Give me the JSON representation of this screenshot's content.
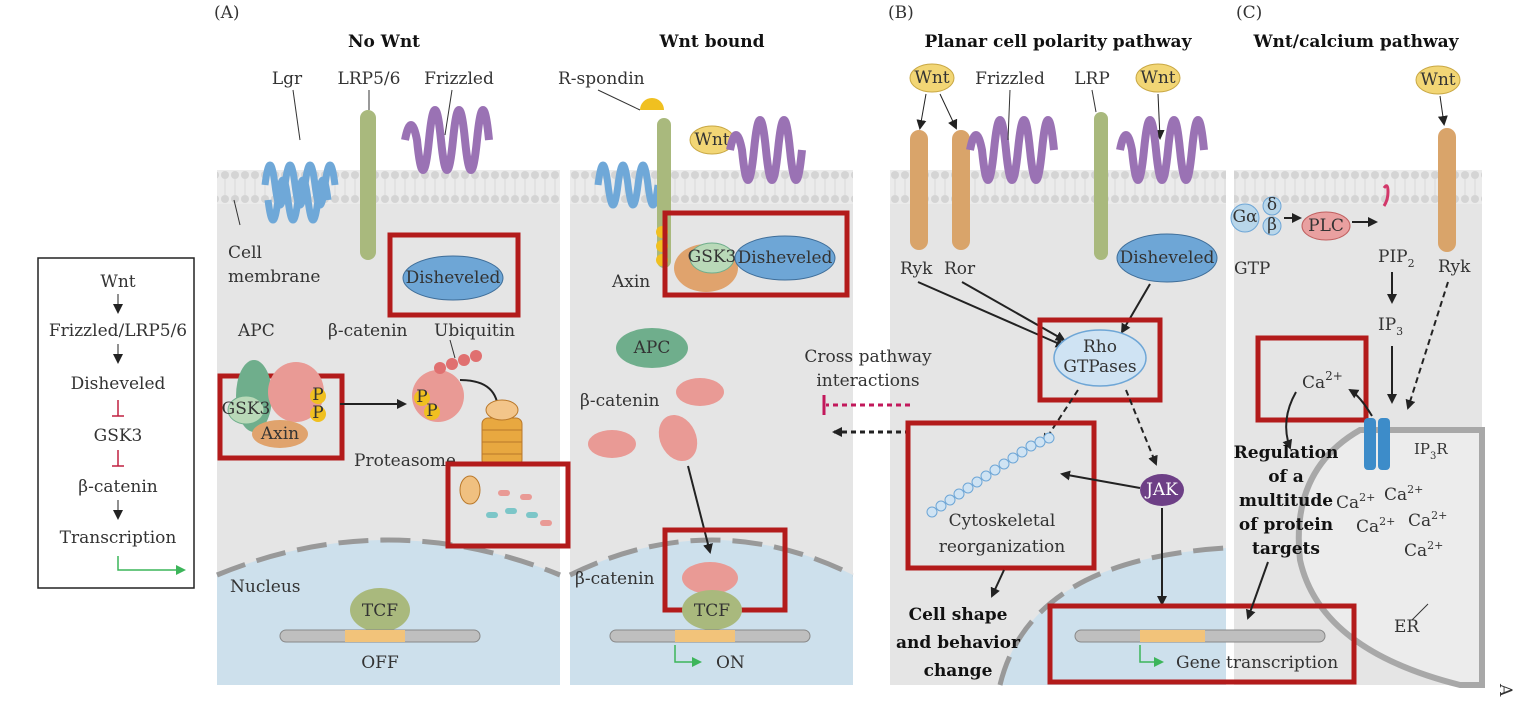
{
  "panels": {
    "a": {
      "letter": "(A)",
      "title_left": "No Wnt",
      "title_right": "Wnt bound"
    },
    "b": {
      "letter": "(B)",
      "title": "Planar cell polarity pathway"
    },
    "c": {
      "letter": "(C)",
      "title": "Wnt/calcium pathway"
    }
  },
  "legend_box": {
    "items": [
      "Wnt",
      "Frizzled/LRP5/6",
      "Disheveled",
      "GSK3",
      "β-catenin",
      "Transcription"
    ]
  },
  "no_wnt": {
    "lgr": "Lgr",
    "lrp": "LRP5/6",
    "frizzled": "Frizzled",
    "cell_membrane_1": "Cell",
    "cell_membrane_2": "membrane",
    "disheveled": "Disheveled",
    "apc": "APC",
    "beta_catenin": "β-catenin",
    "ubiquitin": "Ubiquitin",
    "gsk3": "GSK3",
    "axin": "Axin",
    "p": "P",
    "proteasome": "Proteasome",
    "nucleus": "Nucleus",
    "tcf": "TCF",
    "off": "OFF"
  },
  "wnt_bound": {
    "r_spondin": "R-spondin",
    "wnt": "Wnt",
    "gsk3": "GSK3",
    "disheveled": "Disheveled",
    "axin": "Axin",
    "apc": "APC",
    "beta_catenin": "β-catenin",
    "beta_catenin_nuc": "β-catenin",
    "tcf": "TCF",
    "on": "ON",
    "cross_1": "Cross pathway",
    "cross_2": "interactions"
  },
  "pcp": {
    "wnt": "Wnt",
    "frizzled": "Frizzled",
    "lrp": "LRP",
    "ryk": "Ryk",
    "ror": "Ror",
    "disheveled": "Disheveled",
    "rho_1": "Rho",
    "rho_2": "GTPases",
    "jak": "JAK",
    "cyto_1": "Cytoskeletal",
    "cyto_2": "reorganization",
    "shape_1": "Cell shape",
    "shape_2": "and behavior",
    "shape_3": "change",
    "gene": "Gene transcription"
  },
  "calcium": {
    "wnt": "Wnt",
    "g_alpha": "Gα",
    "delta": "δ",
    "beta": "β",
    "gtp": "GTP",
    "plc": "PLC",
    "pip": "PIP",
    "pip_sub": "2",
    "ryk": "Ryk",
    "ip": "IP",
    "ip_sub": "3",
    "ca": "Ca",
    "ca_sup": "2+",
    "ip3r": "IP",
    "ip3r_sub": "3",
    "ip3r_tail": "R",
    "reg_1": "Regulation",
    "reg_2": "of a",
    "reg_3": "multitude",
    "reg_4": "of protein",
    "reg_5": "targets",
    "er": "ER",
    "corner": "A"
  },
  "colors": {
    "cell_bg": "#e6e6e6",
    "nucleus": "#cfe0ea",
    "membrane": "#d0d0d0",
    "red_box": "#b31b1b",
    "lgr": "#6fa8d8",
    "lrp": "#a9b97d",
    "frizzled": "#9a72b4",
    "disheveled": "#6ea6d6",
    "apc": "#6fae8c",
    "catenin": "#e99a95",
    "gsk3": "#b9d9b8",
    "axin": "#e0a36d",
    "wnt": "#f2d675",
    "p": "#f0c020",
    "ryk": "#d9a46a",
    "jak": "#6d3f86",
    "proteasome": "#e8a840"
  }
}
